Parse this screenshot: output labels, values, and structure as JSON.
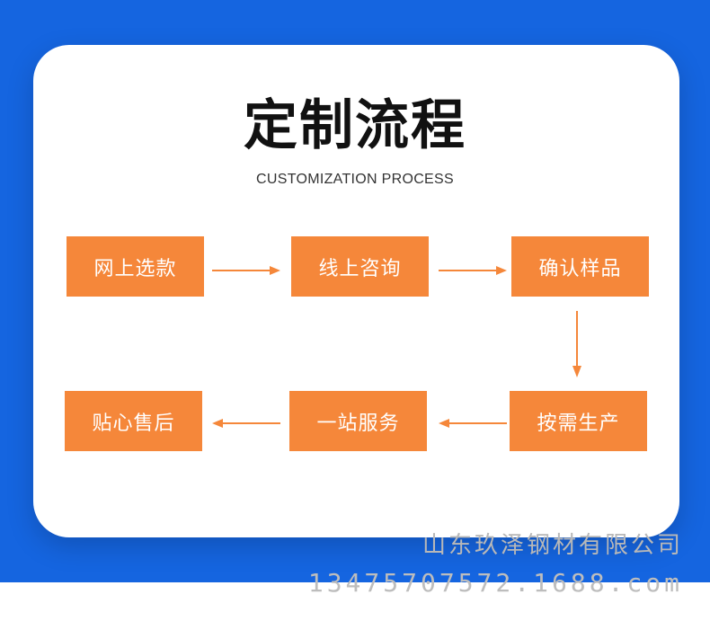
{
  "title": "定制流程",
  "subtitle": "CUSTOMIZATION PROCESS",
  "steps": [
    {
      "label": "网上选款"
    },
    {
      "label": "线上咨询"
    },
    {
      "label": "确认样品"
    },
    {
      "label": "按需生产"
    },
    {
      "label": "一站服务"
    },
    {
      "label": "贴心售后"
    }
  ],
  "watermark": {
    "company": "山东玖泽钢材有限公司",
    "url": "13475707572.1688.com"
  },
  "colors": {
    "background_blue": "#1565e0",
    "step_orange": "#f5873a",
    "arrow_orange": "#f5873a"
  }
}
